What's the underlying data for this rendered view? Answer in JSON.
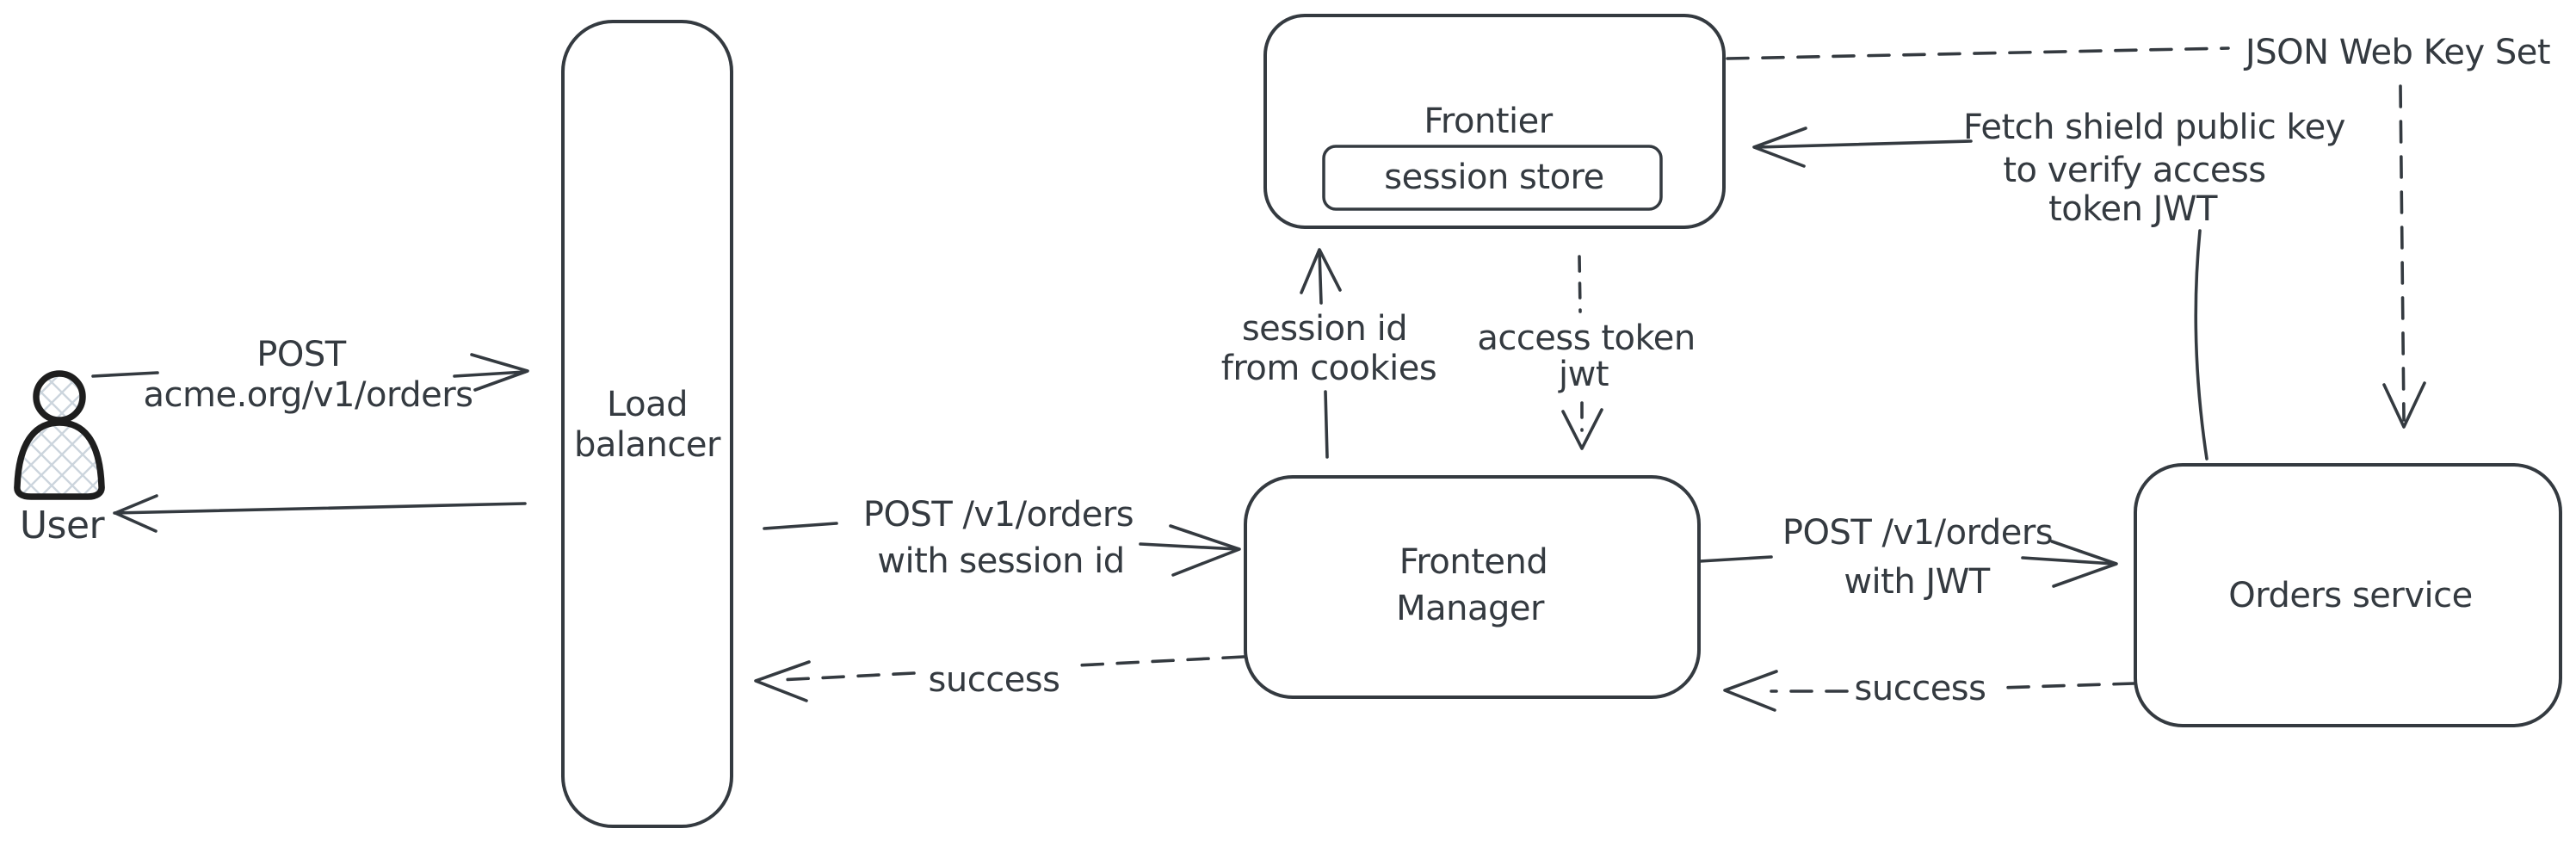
{
  "nodes": {
    "user": {
      "label": "User"
    },
    "load_balancer": {
      "line1": "Load",
      "line2": "balancer"
    },
    "frontier": {
      "label": "Frontier",
      "session_store": {
        "label": "session store"
      }
    },
    "frontend_manager": {
      "line1": "Frontend",
      "line2": "Manager"
    },
    "orders_service": {
      "label": "Orders service"
    },
    "jwks": {
      "label": "JSON Web Key Set"
    }
  },
  "edges": {
    "user_to_lb": {
      "line1": "POST",
      "line2": "acme.org/v1/orders"
    },
    "lb_to_fm": {
      "line1": "POST /v1/orders",
      "line2": "with session id"
    },
    "fm_to_lb_success": {
      "label": "success"
    },
    "fm_to_frontier": {
      "line1": "session id",
      "line2": "from cookies"
    },
    "frontier_to_fm": {
      "line1": "access token",
      "line2": "jwt"
    },
    "fm_to_orders": {
      "line1": "POST /v1/orders",
      "line2": "with JWT"
    },
    "orders_to_fm_success": {
      "label": "success"
    },
    "orders_to_frontier": {
      "line1": "Fetch shield public key",
      "line2": "to verify access",
      "line3": "token JWT"
    }
  },
  "colors": {
    "stroke": "#343a40",
    "user_outline": "#1e1e1e",
    "crosshatch_fill_lines": "#ccd5dd",
    "background": "#ffffff",
    "text": "#343a40"
  }
}
